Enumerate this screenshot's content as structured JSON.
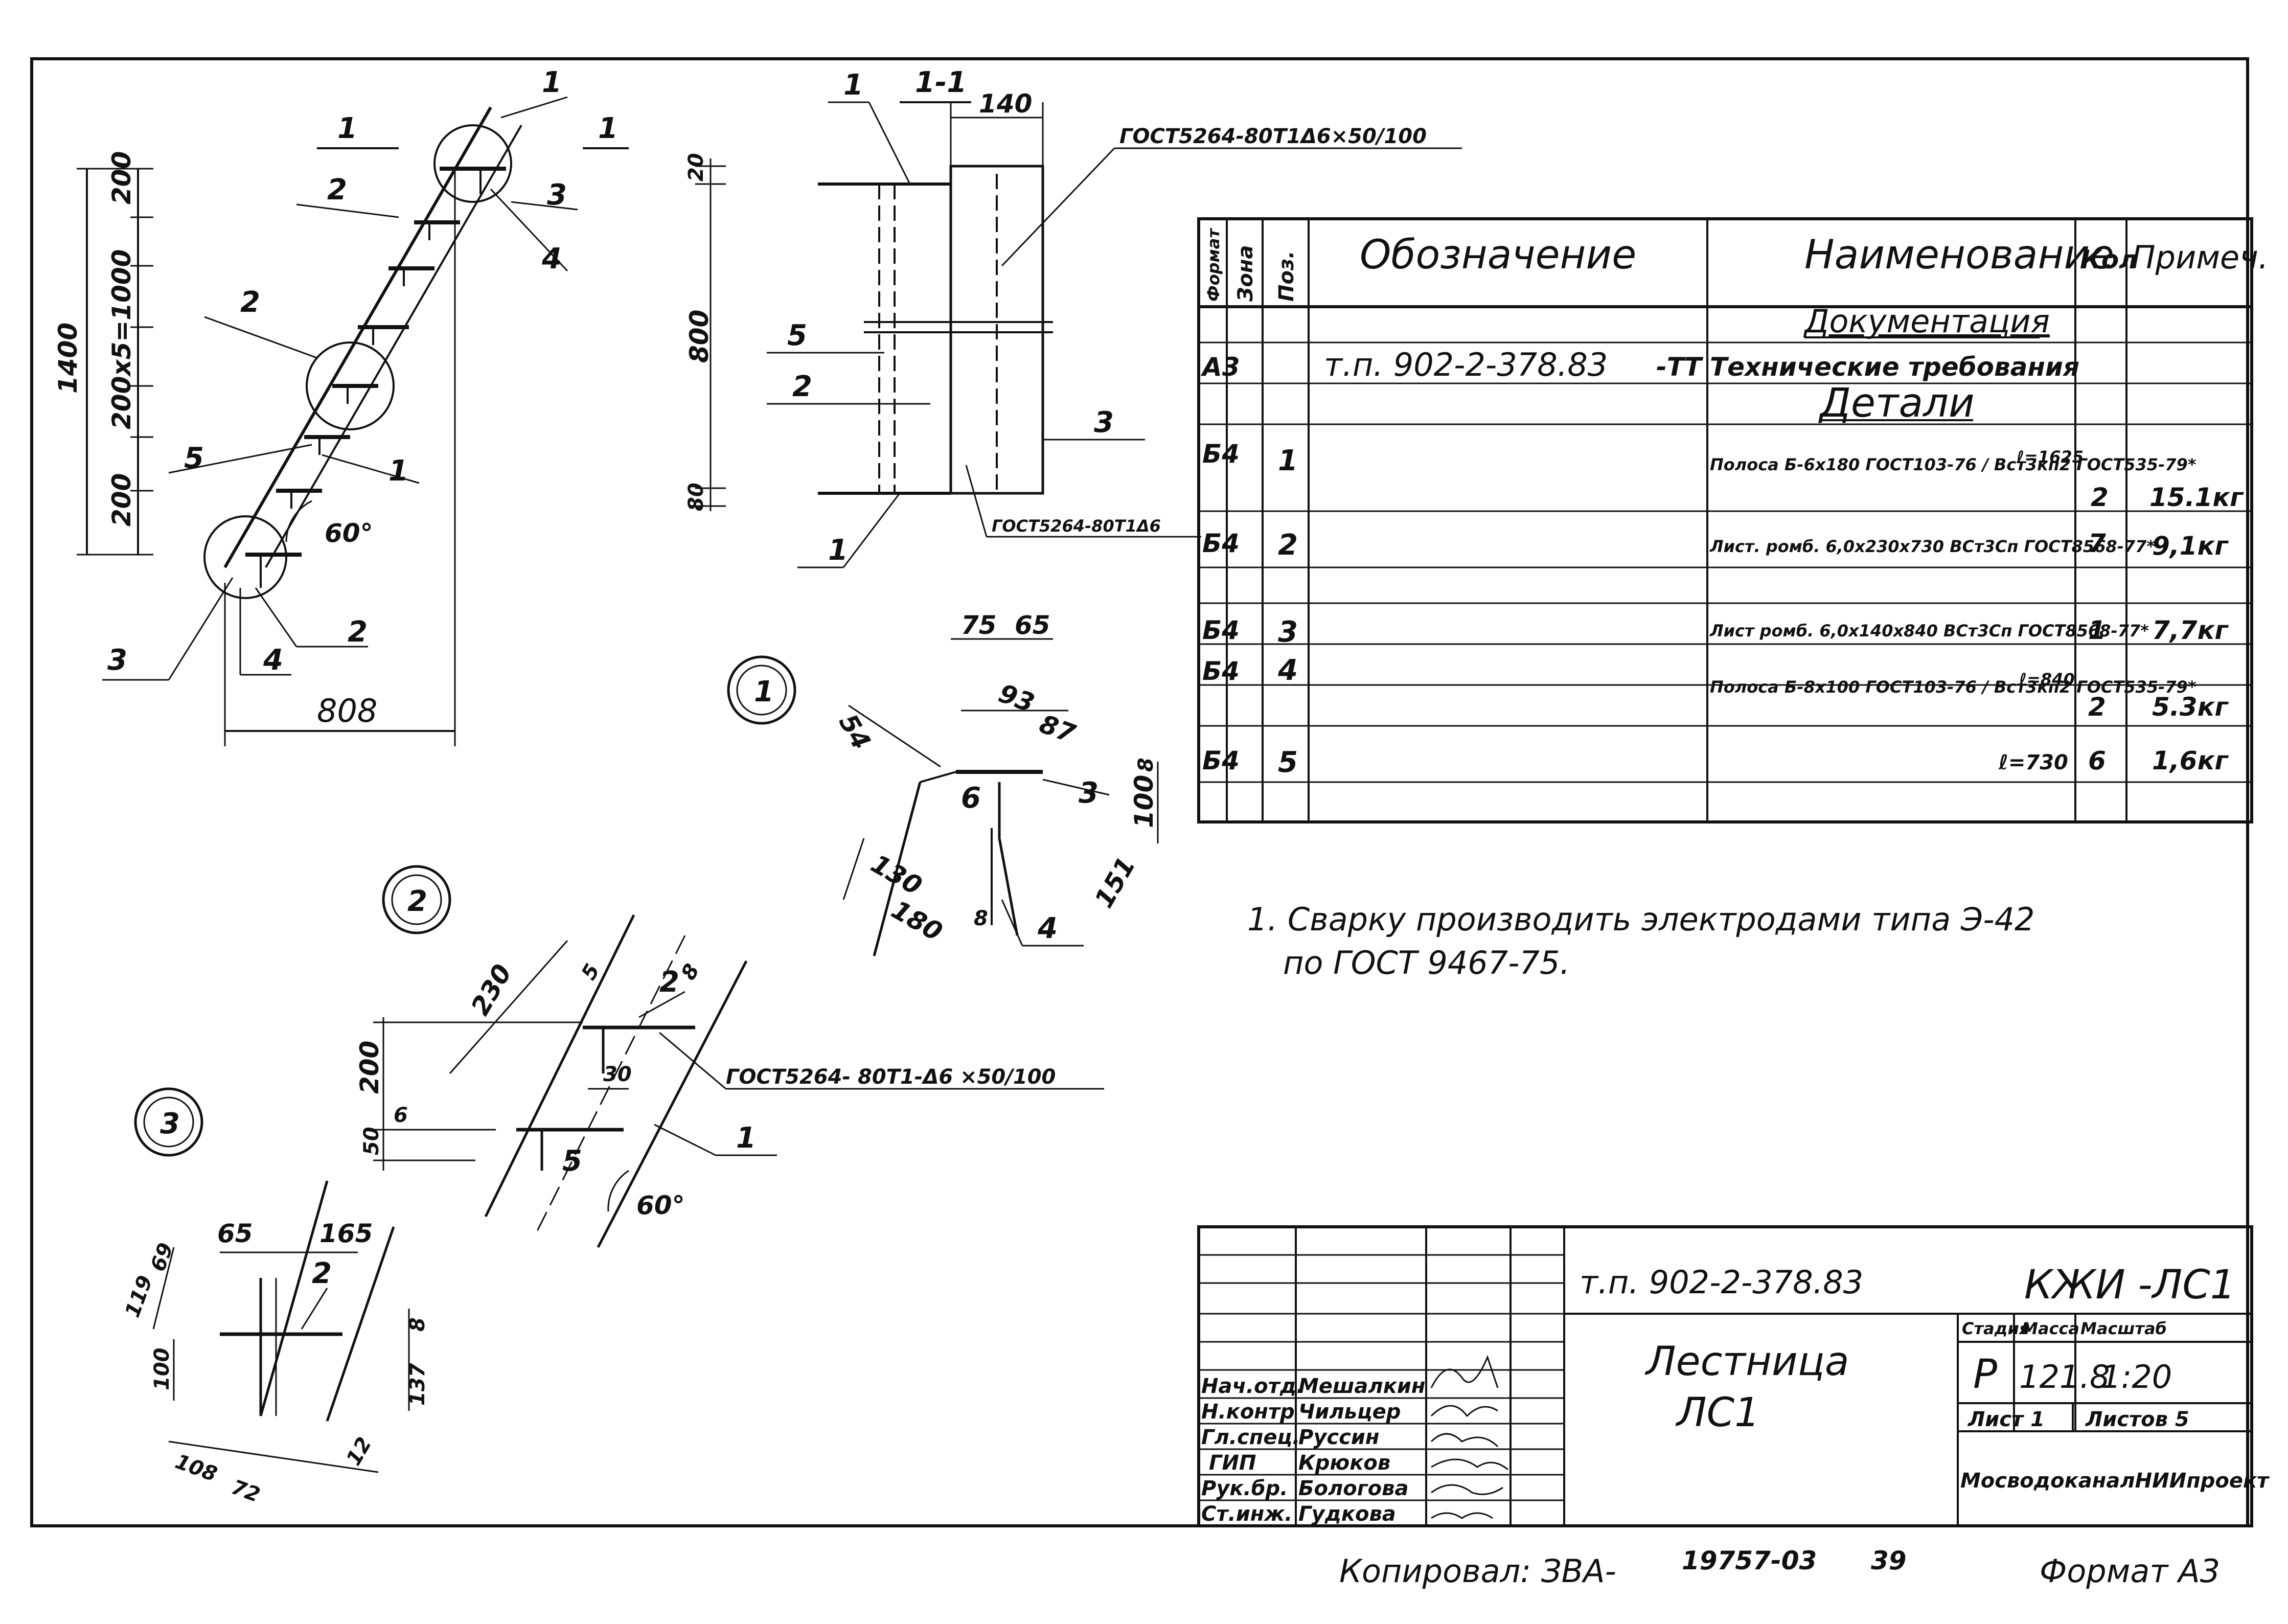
{
  "drawing": {
    "section_marks": [
      "1",
      "1"
    ],
    "section_title": "1-1",
    "main_view": {
      "dims": {
        "height_total": "1400",
        "top": "200",
        "middle": "200x5=1000",
        "bottom": "200",
        "width": "808",
        "angle": "60°"
      },
      "callouts": [
        "1",
        "2",
        "3",
        "4",
        "5",
        "2",
        "2",
        "3",
        "4"
      ]
    },
    "section_view": {
      "dims": {
        "width": "140",
        "top": "20",
        "height": "800",
        "bottom": "80"
      },
      "weld_top": "ГОСТ5264-80Т1Δ6×50/100",
      "weld_bottom": "ГОСТ5264-80Т1Δ6",
      "callouts": [
        "1",
        "5",
        "2",
        "3",
        "1"
      ]
    },
    "detail1": {
      "mark": "1",
      "dims": [
        "75",
        "65",
        "54",
        "93",
        "87",
        "130",
        "180",
        "100",
        "151",
        "8",
        "8"
      ],
      "callouts": [
        "6",
        "3",
        "4"
      ]
    },
    "detail2": {
      "mark": "2",
      "dims": [
        "230",
        "5",
        "8",
        "200",
        "30",
        "50",
        "6",
        "60°"
      ],
      "weld": "ГОСТ5264- 80Т1-Δ6 ×50/100",
      "callouts": [
        "2",
        "1",
        "5"
      ]
    },
    "detail3": {
      "mark": "3",
      "dims": [
        "65",
        "165",
        "69",
        "119",
        "100",
        "8",
        "137",
        "108",
        "72",
        "12"
      ],
      "callouts": [
        "2"
      ]
    }
  },
  "spec_table": {
    "headers": {
      "format": "Формат",
      "zone": "Зона",
      "pos": "Поз.",
      "designation": "Обозначение",
      "name": "Наименование",
      "qty": "Кол",
      "note": "Примеч."
    },
    "rows": [
      {
        "format": "",
        "pos": "",
        "designation": "",
        "name": "Документация",
        "qty": "",
        "note": ""
      },
      {
        "format": "А3",
        "pos": "",
        "designation": "т.п. 902-2-378.83",
        "suffix": "-ТТ",
        "name": "Технические требования",
        "qty": "",
        "note": ""
      },
      {
        "format": "",
        "pos": "",
        "designation": "",
        "name": "Детали",
        "qty": "",
        "note": ""
      },
      {
        "format": "Б4",
        "pos": "1",
        "designation": "",
        "name": "Полоса Б-6х180 ГОСТ103-76 / Вст3кп2 ГОСТ535-79*",
        "extra": "ℓ=1625",
        "qty": "2",
        "note": "15.1кг"
      },
      {
        "format": "Б4",
        "pos": "2",
        "designation": "",
        "name": "Лист. ромб. 6,0х230х730 ВСт3Сп ГОСТ8568-77*",
        "qty": "7",
        "note": "9,1кг"
      },
      {
        "format": "Б4",
        "pos": "3",
        "designation": "",
        "name": "Лист ромб. 6,0х140х840 ВСт3Сп ГОСТ8568-77*",
        "qty": "1",
        "note": "7,7кг"
      },
      {
        "format": "Б4",
        "pos": "4",
        "designation": "",
        "name": "Полоса Б-8х100 ГОСТ103-76 / Вст3кп2 ГОСТ535-79*",
        "extra": "ℓ=840",
        "qty": "2",
        "note": "5.3кг"
      },
      {
        "format": "Б4",
        "pos": "5",
        "designation": "",
        "name": "",
        "extra": "ℓ=730",
        "qty": "6",
        "note": "1,6кг"
      }
    ]
  },
  "note": {
    "line1": "1. Сварку   производить   электродами  типа Э-42",
    "line2": "по ГОСТ  9467-75."
  },
  "title_block": {
    "doc_number": "т.п. 902-2-378.83",
    "code": "КЖИ -ЛС1",
    "title": "Лестница",
    "subtitle": "ЛС1",
    "stage_label": "Стадия",
    "mass_label": "Масса",
    "scale_label": "Масштаб",
    "stage": "Р",
    "mass": "121.8",
    "scale": "1:20",
    "sheet": "Лист 1",
    "sheets": "Листов 5",
    "org": "МосводоканалНИИпроект",
    "staff": [
      {
        "role": "Нач.отд.",
        "name": "Мешалкин"
      },
      {
        "role": "Н.контр",
        "name": "Чильцер"
      },
      {
        "role": "Гл.спец.",
        "name": "Руссин"
      },
      {
        "role": "ГИП",
        "name": "Крюков"
      },
      {
        "role": "Рук.бр.",
        "name": "Бологова"
      },
      {
        "role": "Ст.инж.",
        "name": "Гудкова"
      }
    ]
  },
  "footer": {
    "copied": "Копировал: ЗВА-",
    "order": "19757-03",
    "page": "39",
    "format": "Формат А3"
  }
}
